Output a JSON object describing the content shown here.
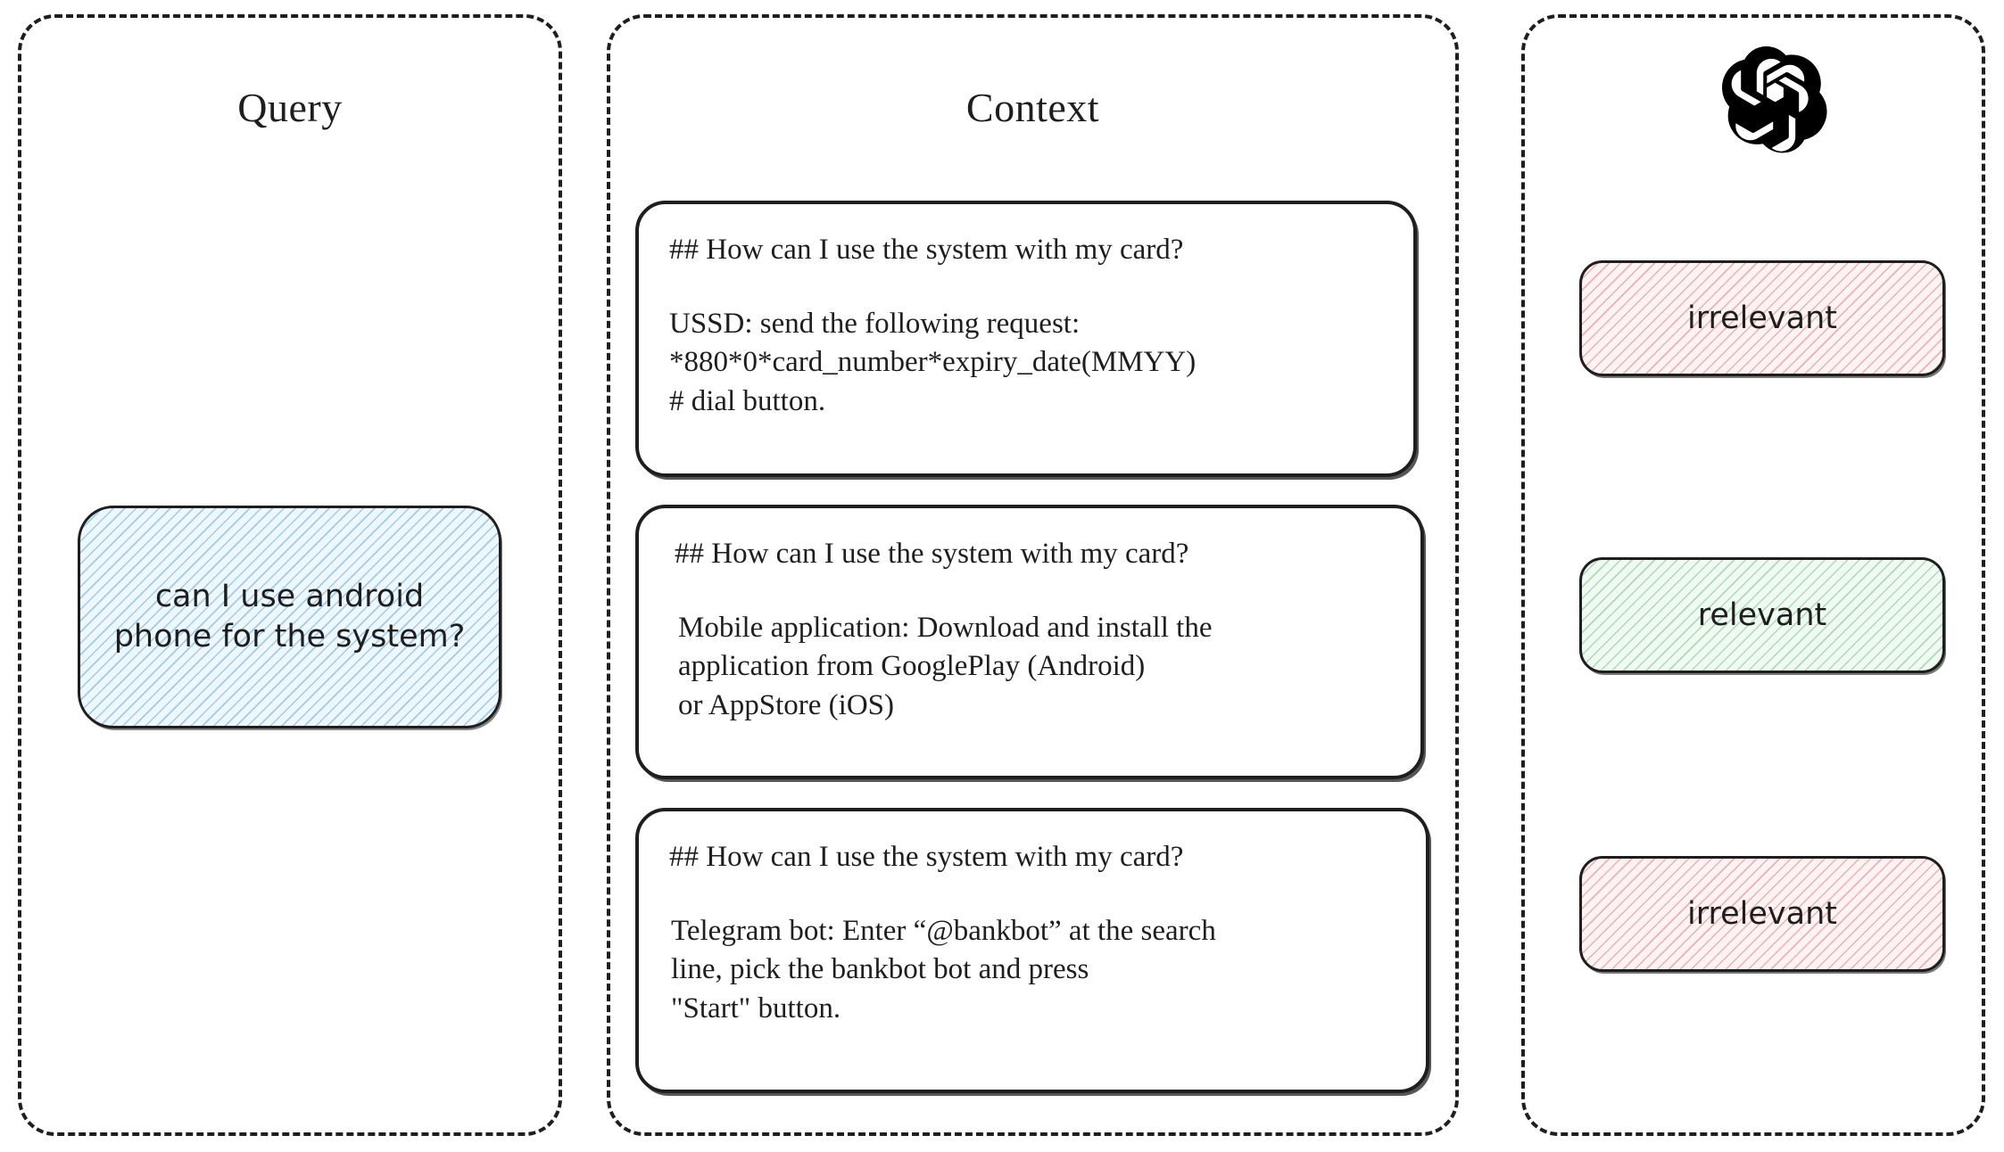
{
  "diagram": {
    "title_font_note": "",
    "panels": {
      "query": {
        "title": "Query",
        "bubble_text": "can I use android\nphone for the system?",
        "fill_color": "#eef7fc",
        "hatch_color": "#86bee7"
      },
      "context": {
        "title": "Context",
        "cards": [
          {
            "heading": "## How can I use the system with my card?",
            "body": "USSD: send the following request:\n*880*0*card_number*expiry_date(MMYY)\n# dial button."
          },
          {
            "heading": "## How can I use the system with my card?",
            "body": "Mobile application: Download and install the\napplication from GooglePlay (Android)\nor AppStore (iOS)"
          },
          {
            "heading": "## How can I use the system with my card?",
            "body": "Telegram bot: Enter “@bankbot” at the search\nline, pick the bankbot bot and press\n\"Start\" button."
          }
        ]
      },
      "verdict": {
        "logo_icon": "openai-logo-icon",
        "badges": [
          {
            "label": "irrelevant",
            "state": "irrelevant",
            "fill_color": "#fdf3f3",
            "hatch_color": "#e07a7a"
          },
          {
            "label": "relevant",
            "state": "relevant",
            "fill_color": "#f1faf2",
            "hatch_color": "#6ec482"
          },
          {
            "label": "irrelevant",
            "state": "irrelevant",
            "fill_color": "#fdf3f3",
            "hatch_color": "#e07a7a"
          }
        ]
      }
    },
    "stroke_color": "#1e1e1e"
  }
}
